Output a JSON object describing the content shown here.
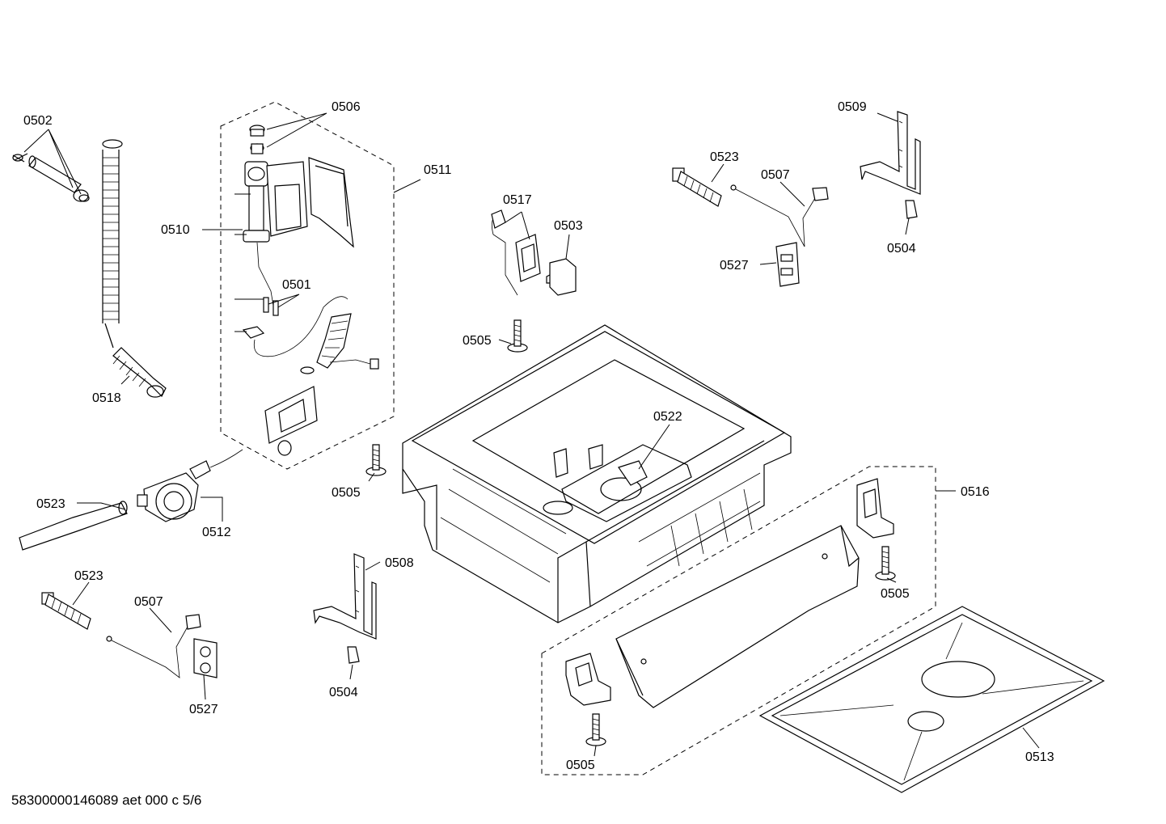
{
  "drawing": {
    "footer_code": "58300000146089 aet 000 c 5/6"
  },
  "callouts": [
    "0502",
    "0506",
    "0511",
    "0510",
    "0501",
    "0518",
    "0517",
    "0503",
    "0505",
    "0523",
    "0507",
    "0527",
    "0509",
    "0504",
    "0522",
    "0505",
    "0516",
    "0523",
    "0512",
    "0523",
    "0507",
    "0527",
    "0508",
    "0504",
    "0505",
    "0505",
    "0513"
  ]
}
